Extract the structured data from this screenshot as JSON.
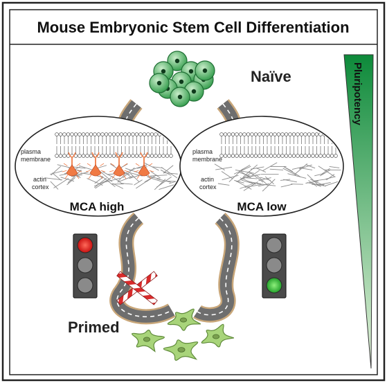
{
  "title": "Mouse Embryonic Stem Cell Differentiation",
  "stages": {
    "top": "Naïve",
    "bottom": "Primed"
  },
  "gradient_label": "Pluripotency",
  "panels": {
    "left": {
      "label": "MCA high",
      "membrane": "plasma\nmembrane",
      "cortex": "actin\ncortex"
    },
    "right": {
      "label": "MCA low",
      "membrane": "plasma\nmembrane",
      "cortex": "actin\ncortex"
    }
  },
  "traffic_lights": {
    "left": {
      "active": "red"
    },
    "right": {
      "active": "green"
    }
  },
  "icons": {
    "naive_cells": "round-cell-cluster-icon",
    "primed_cells": "spiky-cell-cluster-icon",
    "blocked_road": "road-barrier-icon",
    "linkers": "membrane-cortex-linker-icon"
  },
  "colors": {
    "frame": "#222222",
    "road": "#6e6e6e",
    "road_edge": "#c9a77a",
    "naive_cell": "#3fae5a",
    "primed_cell": "#a8d47a",
    "linker": "#f07a44",
    "gradient_top": "#0d8a3a",
    "gradient_bottom": "#e6f4dc",
    "red_light": "#e3201b",
    "green_light": "#3fbf3a",
    "off_light": "#8a8a8a",
    "barrier_red": "#d92b2b"
  }
}
